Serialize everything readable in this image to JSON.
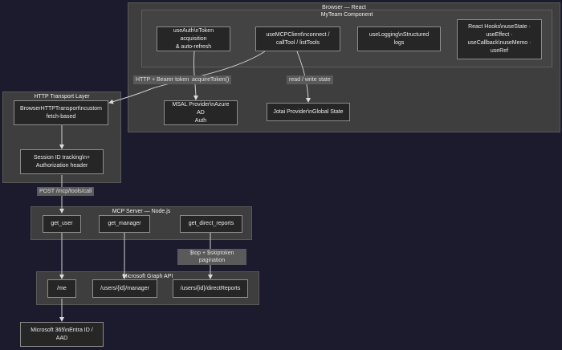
{
  "clusters": {
    "browser": {
      "title": "Browser — React"
    },
    "myteam": {
      "title": "MyTeam Component"
    },
    "http": {
      "title": "HTTP Transport Layer"
    },
    "mcp": {
      "title": "MCP Server — Node.js"
    },
    "graph": {
      "title": "Microsoft Graph API"
    }
  },
  "nodes": {
    "use_auth": "useAuth\\nToken acquisition\n& auto-refresh",
    "use_mcp": "useMCPClient\\nconnect /\ncallTool / listTools",
    "use_logging": "useLogging\\nStructured\nlogs",
    "react_hooks": "React Hooks\\nuseState ·\nuseEffect ·\nuseCallback\\nuseMemo ·\nuseRef",
    "msal": "MSAL Provider\\nAzure AD\nAuth",
    "jotai": "Jotai Provider\\nGlobal State",
    "browser_transport": "BrowserHTTPTransport\\ncustom\nfetch-based",
    "session": "Session ID tracking\\n+\nAuthorization header",
    "get_user": "get_user",
    "get_manager": "get_manager",
    "get_direct_reports": "get_direct_reports",
    "me": "/me",
    "users_manager": "/users/{id}/manager",
    "users_direct": "/users/{id}/directReports",
    "m365": "Microsoft 365\\nEntra ID /\nAAD"
  },
  "edge_labels": {
    "bearer": "HTTP + Bearer token",
    "acquire": "acquireToken()",
    "readwrite": "read / write state",
    "post": "POST /mcp/tools/call",
    "pagination": "$top + $skiptoken\npagination"
  }
}
